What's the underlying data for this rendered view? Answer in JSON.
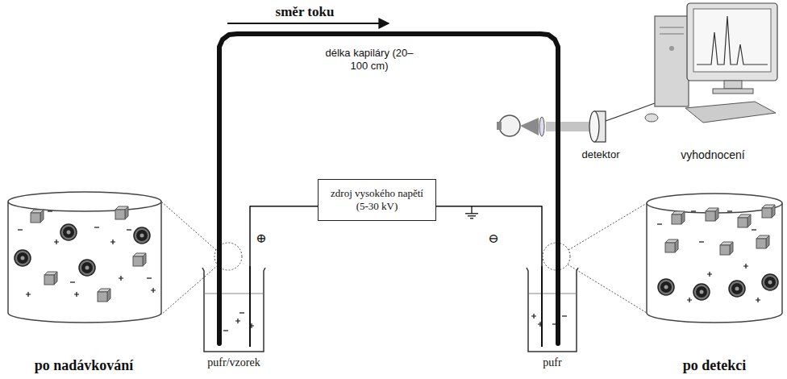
{
  "diagram": {
    "nodes": [
      {
        "text": [
          "zdroj vysokého napětí (5-30 kV)"
        ]
      },
      {
        "text": [
          "pufr/vzorek"
        ]
      },
      {
        "text": [
          "pufr"
        ]
      }
    ],
    "edges": [
      {
        "from": 1,
        "to": 2,
        "arrow": "none"
      },
      {
        "from": 0,
        "to": 1,
        "arrow": "none"
      },
      {
        "from": 0,
        "to": 2,
        "arrow": "none"
      }
    ],
    "labels": [
      "směr toku",
      "délka kapiláry (20–100 cm)",
      "⊕",
      "⊖",
      "detektor",
      "vyhodnocení",
      "po nadávkování",
      "po detekci"
    ]
  }
}
